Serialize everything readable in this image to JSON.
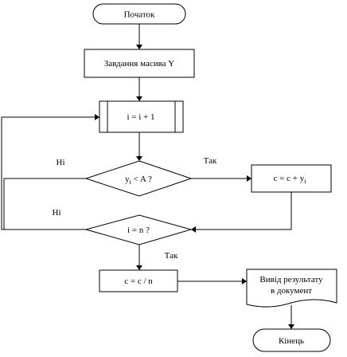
{
  "flowchart": {
    "start_label": "Початок",
    "init_label": "Завдання масива Y",
    "increment_label": "i = i + 1",
    "condition1": {
      "main": "y",
      "sub": "i",
      "rest": " < A ?"
    },
    "accumulate": {
      "main": "c = c + y",
      "sub": "i"
    },
    "condition2_label": "i = n ?",
    "divide_label": "c = c / n",
    "output_line1": "Вивід результату",
    "output_line2": "в документ",
    "end_label": "Кінець",
    "yes_label": "Так",
    "no_label": "Ні"
  }
}
